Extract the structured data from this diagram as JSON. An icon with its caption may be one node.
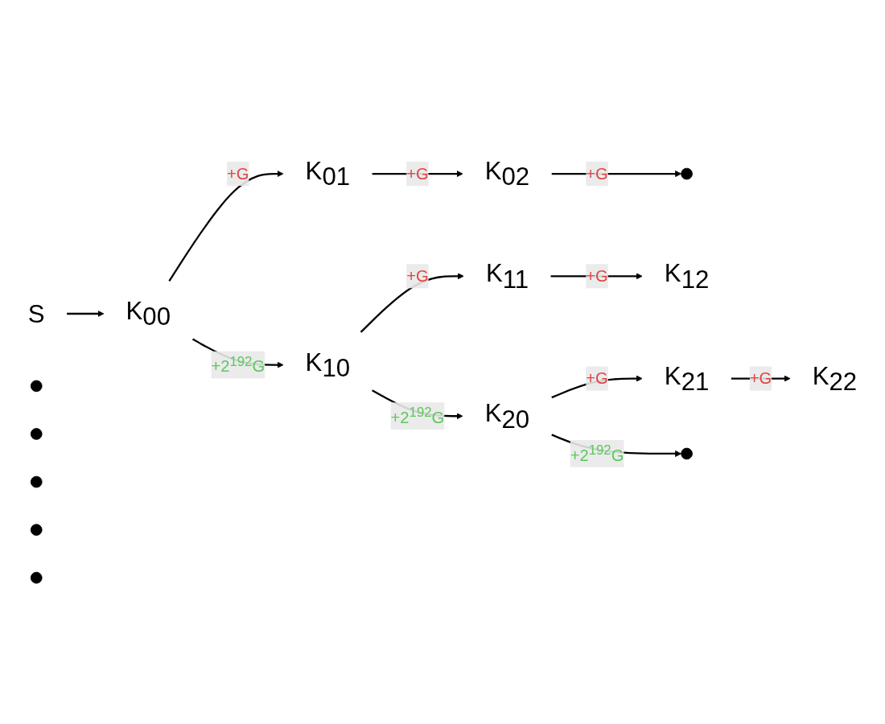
{
  "diagram": {
    "nodes": [
      {
        "text": [
          "S"
        ]
      },
      {
        "text": [
          "K$_{00}$"
        ]
      },
      {
        "text": [
          "K$_{01}$"
        ]
      },
      {
        "text": [
          "K$_{02}$"
        ]
      },
      {
        "text": [],
        "shape": "circle"
      },
      {
        "text": [
          "K$_{10}$"
        ]
      },
      {
        "text": [
          "K$_{11}$"
        ]
      },
      {
        "text": [
          "K$_{12}$"
        ]
      },
      {
        "text": [],
        "shape": "circle"
      },
      {
        "text": [
          "K$_{20}$"
        ]
      },
      {
        "text": [
          "K$_{21}$"
        ]
      },
      {
        "text": [
          "K$_{22}$"
        ]
      },
      {
        "text": [],
        "shape": "circle"
      },
      {
        "text": [],
        "shape": "circle"
      },
      {
        "text": [],
        "shape": "circle"
      },
      {
        "text": [],
        "shape": "circle"
      },
      {
        "text": [],
        "shape": "circle"
      }
    ],
    "edges": [
      {
        "from": 0,
        "to": 1,
        "arrow": "to"
      },
      {
        "from": 1,
        "to": 2,
        "arrow": "to",
        "label": "+G"
      },
      {
        "from": 2,
        "to": 3,
        "arrow": "to",
        "label": "+G"
      },
      {
        "from": 3,
        "to": 4,
        "arrow": "to",
        "label": "+G"
      },
      {
        "from": 1,
        "to": 5,
        "arrow": "to",
        "label": "+2$^{192}$G"
      },
      {
        "from": 5,
        "to": 6,
        "arrow": "to",
        "label": "+G"
      },
      {
        "from": 6,
        "to": 7,
        "arrow": "to",
        "label": "+G"
      },
      {
        "from": 5,
        "to": 9,
        "arrow": "to",
        "label": "+2$^{192}$G"
      },
      {
        "from": 9,
        "to": 10,
        "arrow": "to",
        "label": "+G"
      },
      {
        "from": 10,
        "to": 11,
        "arrow": "to",
        "label": "+G"
      },
      {
        "from": 9,
        "to": 13,
        "arrow": "to",
        "label": "+2$^{192}$G"
      }
    ]
  }
}
